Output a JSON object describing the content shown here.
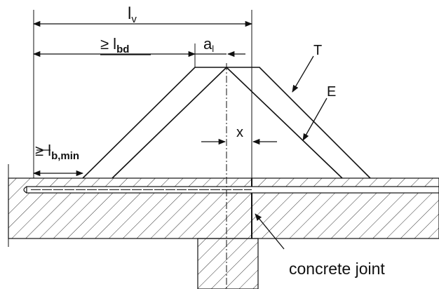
{
  "labels": {
    "lv_main": "l",
    "lv_sub": "v",
    "lbd_prefix": "≥ l",
    "lbd_sub": "bd",
    "al_main": "a",
    "al_sub": "l",
    "t": "T",
    "e": "E",
    "x": "x",
    "lbmin_prefix": "≥ l",
    "lbmin_sub": "b,min",
    "concrete_joint": "concrete joint"
  }
}
